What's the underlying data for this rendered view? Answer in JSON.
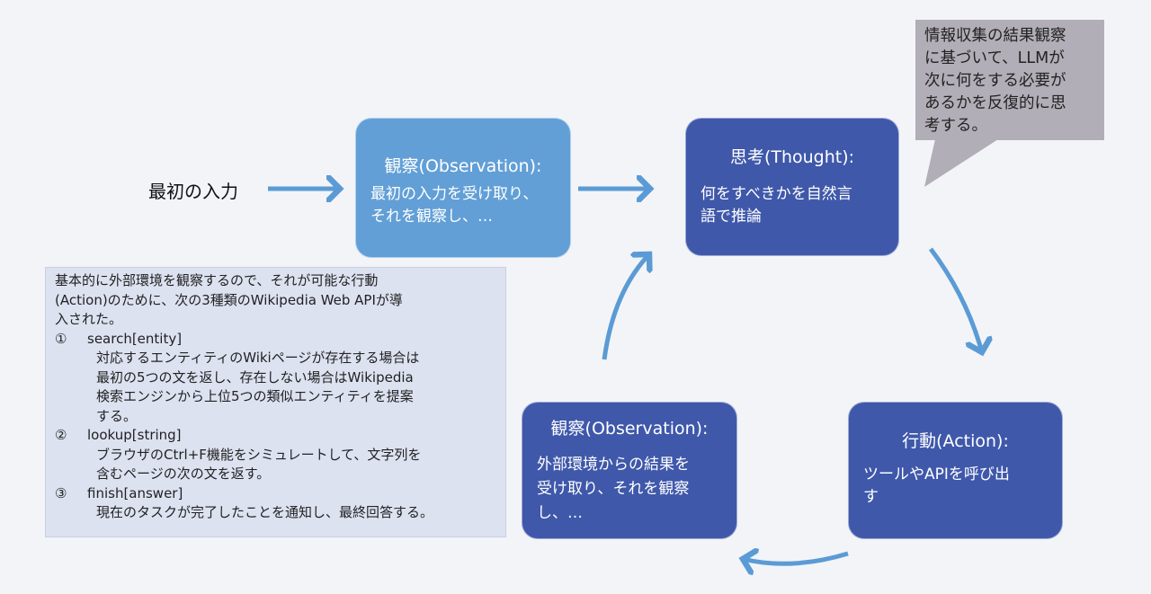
{
  "initial_input": "最初の入力",
  "observation_top": {
    "title": "観察(Observation):",
    "body": [
      "最初の入力を受け取り、",
      "それを観察し、…"
    ]
  },
  "thought": {
    "title": "思考(Thought):",
    "body": [
      "何をすべきかを自然言",
      "語で推論"
    ]
  },
  "action": {
    "title": "行動(Action):",
    "body": [
      "ツールやAPIを呼び出",
      "す"
    ]
  },
  "observation_bottom": {
    "title": "観察(Observation):",
    "body": [
      "外部環境からの結果を",
      "受け取り、それを観察",
      "し、…"
    ]
  },
  "callout": [
    "情報収集の結果観察",
    "に基づいて、LLMが",
    "次に何をする必要が",
    "あるかを反復的に思",
    "考する。"
  ],
  "note": {
    "intro": [
      "基本的に外部環境を観察するので、それが可能な行動",
      "(Action)のために、次の3種類のWikipedia Web APIが導",
      "入された。"
    ],
    "items": [
      {
        "num": "①",
        "name": "search[entity]",
        "desc": [
          "対応するエンティティのWikiページが存在する場合は",
          "最初の5つの文を返し、存在しない場合はWikipedia",
          "検索エンジンから上位5つの類似エンティティを提案",
          "する。"
        ]
      },
      {
        "num": "②",
        "name": "lookup[string]",
        "desc": [
          "ブラウザのCtrl+F機能をシミュレートして、文字列を",
          "含むページの次の文を返す。"
        ]
      },
      {
        "num": "③",
        "name": "finish[answer]",
        "desc": [
          "現在のタスクが完了したことを通知し、最終回答する。"
        ]
      }
    ]
  },
  "colors": {
    "arrow": "#5b9bd5",
    "light_box": "#629fd6",
    "dark_box": "#3f58aa",
    "callout": "#b1aeb7",
    "note_bg": "#dde2f1"
  }
}
